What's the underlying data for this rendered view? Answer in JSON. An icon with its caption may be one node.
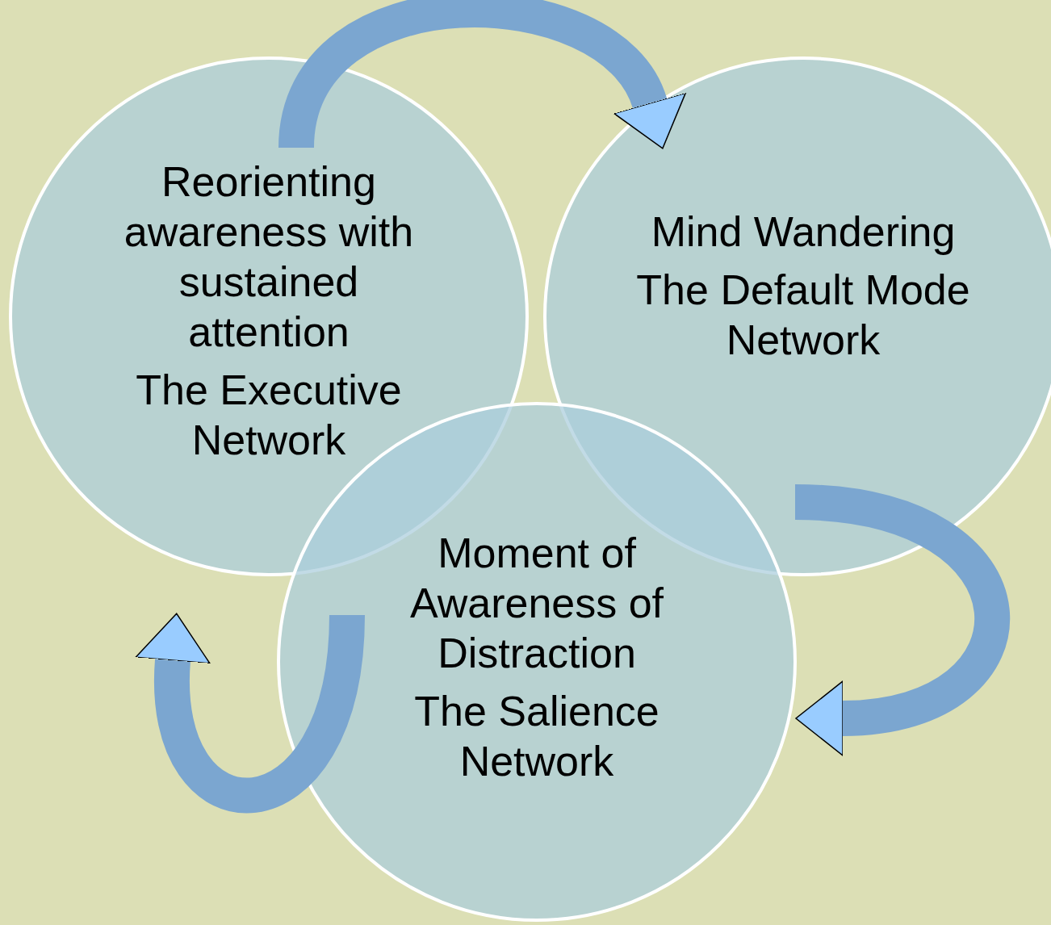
{
  "diagram": {
    "nodes": [
      {
        "text": [
          "Reorienting awareness with sustained attention",
          "The Executive Network"
        ]
      },
      {
        "text": [
          "Mind Wandering",
          "The Default Mode Network"
        ]
      },
      {
        "text": [
          "Moment of Awareness of Distraction",
          "The Salience Network"
        ]
      }
    ],
    "edges": [
      {
        "from": 0,
        "to": 1,
        "arrow": "to"
      },
      {
        "from": 1,
        "to": 2,
        "arrow": "to"
      },
      {
        "from": 2,
        "to": 0,
        "arrow": "to"
      }
    ]
  }
}
